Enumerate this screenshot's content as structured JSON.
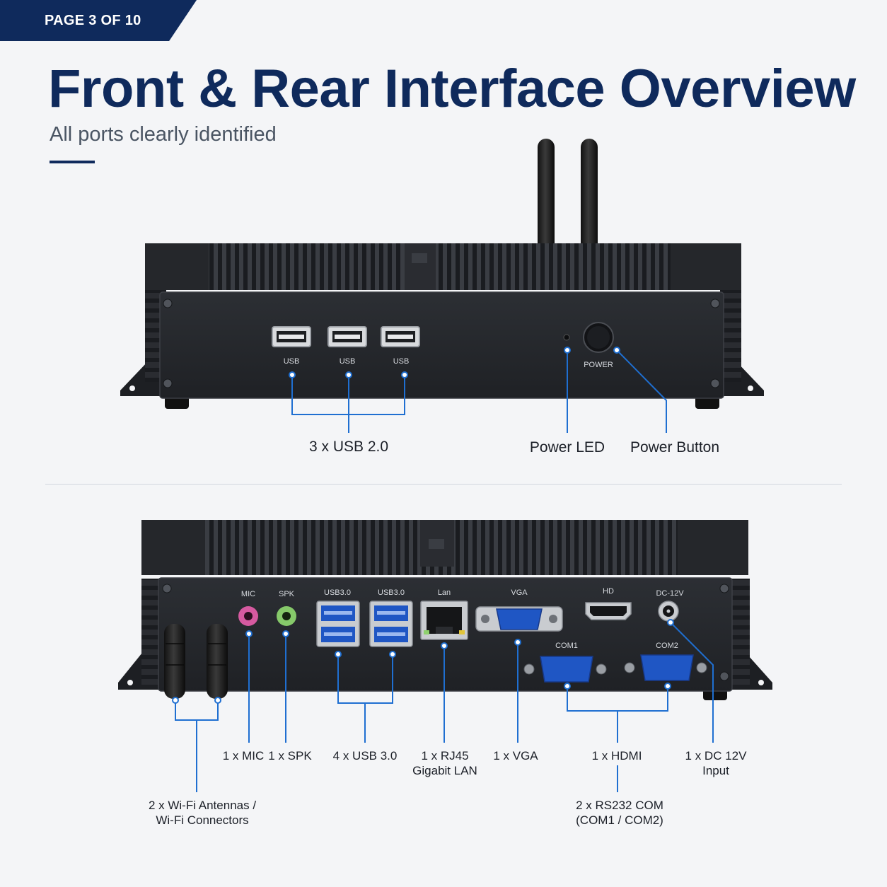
{
  "page_indicator": "PAGE 3 OF 10",
  "title": "Front & Rear Interface Overview",
  "subtitle": "All ports clearly identified",
  "colors": {
    "navy": "#0f2a5c",
    "callout_blue": "#1f6fd1",
    "chassis": "#22252a"
  },
  "front": {
    "port_labels": {
      "usb": "USB",
      "power": "POWER"
    },
    "callouts": {
      "usb2": "3 x USB 2.0",
      "power_led": "Power LED",
      "power_button": "Power Button"
    }
  },
  "rear": {
    "port_labels": {
      "mic": "MIC",
      "spk": "SPK",
      "usb3_a": "USB3.0",
      "usb3_b": "USB3.0",
      "lan": "Lan",
      "vga": "VGA",
      "hd": "HD",
      "dc": "DC-12V",
      "com1": "COM1",
      "com2": "COM2"
    },
    "callouts": {
      "mic": "1 x MIC",
      "spk": "1 x SPK",
      "usb3": "4 x USB 3.0",
      "rj45_line1": "1 x RJ45",
      "rj45_line2": "Gigabit LAN",
      "vga": "1 x VGA",
      "hdmi": "1 x HDMI",
      "dc_line1": "1 x DC 12V",
      "dc_line2": "Input",
      "wifi_line1": "2 x Wi-Fi Antennas /",
      "wifi_line2": "Wi-Fi Connectors",
      "com_line1": "2 x RS232 COM",
      "com_line2": "(COM1 / COM2)"
    }
  }
}
